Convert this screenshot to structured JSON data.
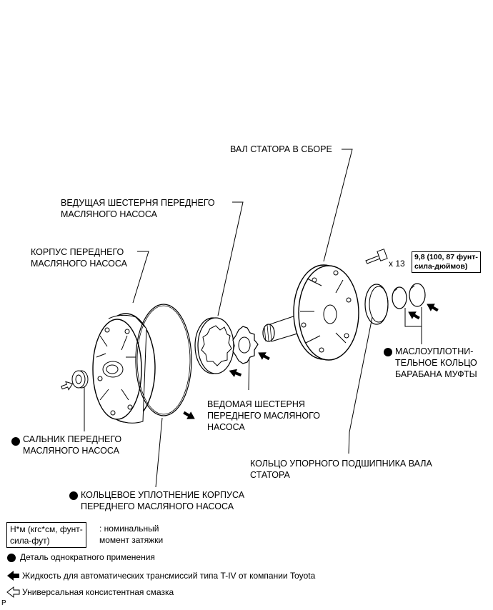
{
  "labels": {
    "stator_shaft": "ВАЛ СТАТОРА В СБОРЕ",
    "drive_gear": "ВЕДУЩАЯ ШЕСТЕРНЯ ПЕРЕДНЕГО\nМАСЛЯНОГО НАСОСА",
    "pump_body": "КОРПУС ПЕРЕДНЕГО\nМАСЛЯНОГО НАСОСА",
    "driven_gear": "ВЕДОМАЯ ШЕСТЕРНЯ\nПЕРЕДНЕГО МАСЛЯНОГО\nНАСОСА",
    "oil_seal": "САЛЬНИК ПЕРЕДНЕГО\nМАСЛЯНОГО НАСОСА",
    "o_ring": "КОЛЬЦЕВОЕ УПЛОТНЕНИЕ КОРПУСА\nПЕРЕДНЕГО МАСЛЯНОГО НАСОСА",
    "bearing_race": "КОЛЬЦО УПОРНОГО ПОДШИПНИКА ВАЛА\nСТАТОРА",
    "seal_ring": "МАСЛОУПЛОТНИ-\nТЕЛЬНОЕ КОЛЬЦО\nБАРАБАНА МУФТЫ",
    "bolt_qty": "x 13",
    "torque": "9,8 (100, 87 фунт-\nсила-дюймов)"
  },
  "legend": {
    "units_box": "Н*м (кгс*см, фунт-\nсила-фут)",
    "units_desc": ": номинальный\nмомент затяжки",
    "single_use": "Деталь однократного применения",
    "atf": "Жидкость для автоматических трансмиссий типа T-IV от компании Toyota",
    "grease": "Универсальная консистентная смазка"
  },
  "corner_mark": "P"
}
